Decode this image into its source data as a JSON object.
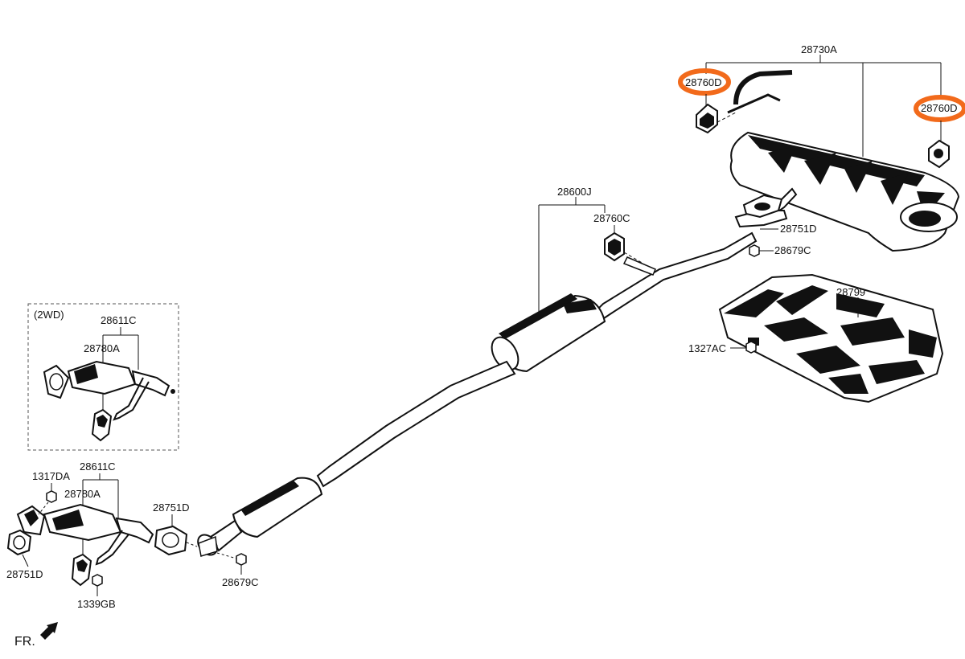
{
  "labels": {
    "muffler_assembly": "28730A",
    "hanger_left": "28760D",
    "hanger_right": "28760D",
    "center_pipe": "28600J",
    "center_hanger": "28760C",
    "gasket_rear": "28751D",
    "nut_rear": "28679C",
    "heat_protector": "28799",
    "bolt_protector": "1327AC",
    "inset_title": "(2WD)",
    "inset_catalyst": "28611C",
    "inset_bracket": "28780A",
    "catalyst": "28611C",
    "bracket": "28780A",
    "bolt_front": "1317DA",
    "gasket_front_left": "28751D",
    "gasket_front_mid": "28751D",
    "nut_front": "28679C",
    "bolt_bracket": "1339GB",
    "front_indicator": "FR."
  },
  "colors": {
    "highlight": "#f26a1b",
    "line": "#111111"
  }
}
